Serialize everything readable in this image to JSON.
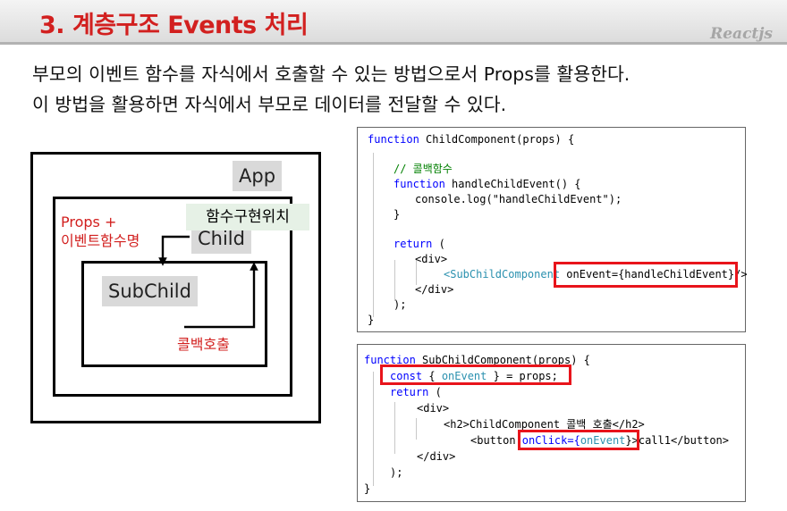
{
  "header": {
    "title": "3.  계층구조 Events 처리",
    "brand": "Reactjs"
  },
  "description": {
    "line1": "부모의 이벤트 함수를 자식에서 호출할 수 있는 방법으로서 Props를 활용한다.",
    "line2": "이 방법을 활용하면 자식에서 부모로 데이터를 전달할 수 있다."
  },
  "diagram": {
    "app_label": "App",
    "child_label": "Child",
    "subchild_label": "SubChild",
    "props_line1": "Props +",
    "props_line2": "이벤트함수명",
    "impl_location": "함수구현위치",
    "callback_call": "콜백호출"
  },
  "code1": {
    "l1a": "function",
    "l1b": " ChildComponent(props) {",
    "l2": "// 콜백함수",
    "l3a": "function",
    "l3b": " handleChildEvent() {",
    "l4": "console.log(\"handleChildEvent\");",
    "l5": "}",
    "l6a": "return",
    "l6b": " (",
    "l7": "<div>",
    "l8a": "<SubChildComponent",
    "l8b": " onEvent={handleChildEvent}/>",
    "l9": "</div>",
    "l10": ");",
    "l11": "}"
  },
  "code2": {
    "l1a": "function",
    "l1b": " SubChildComponent(props) {",
    "l2a": "const",
    "l2b": " { ",
    "l2c": "onEvent",
    "l2d": " } = props;",
    "l3a": "return",
    "l3b": " (",
    "l4": "<div>",
    "l5": "<h2>ChildComponent 콜백 호출</h2>",
    "l6a": "<button ",
    "l6b": "onClick={",
    "l6c": "onEvent",
    "l6d": "}>call1</button>",
    "l7": "</div>",
    "l8": ");",
    "l9": "}"
  },
  "colors": {
    "title_red": "#d2201f",
    "highlight_red": "#e8141b",
    "keyword_blue": "#0000ff",
    "comment_green": "#008000",
    "type_teal": "#2b91af"
  }
}
